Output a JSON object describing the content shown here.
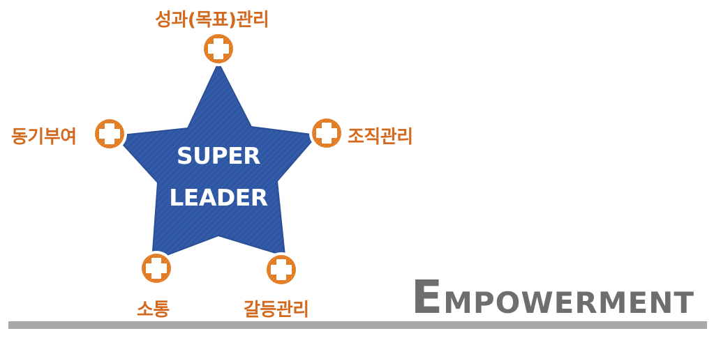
{
  "diagram": {
    "center": {
      "line1": "SUPER",
      "line2": "LEADER"
    },
    "nodes": [
      {
        "id": "performance",
        "label": "성과(목표)관리",
        "icon": "plus-circle-icon"
      },
      {
        "id": "organization",
        "label": "조직관리",
        "icon": "plus-circle-icon"
      },
      {
        "id": "conflict",
        "label": "갈등관리",
        "icon": "plus-circle-icon"
      },
      {
        "id": "communication",
        "label": "소통",
        "icon": "plus-circle-icon"
      },
      {
        "id": "motivation",
        "label": "동기부여",
        "icon": "plus-circle-icon"
      }
    ],
    "footer": {
      "first_letter": "E",
      "rest": "MPOWERMENT"
    },
    "colors": {
      "star_fill": "#2e56a3",
      "accent_orange": "#e07a20",
      "label_orange": "#d2691e",
      "footer_text": "#6e6e6e",
      "baseline": "#aaa7a7"
    }
  }
}
